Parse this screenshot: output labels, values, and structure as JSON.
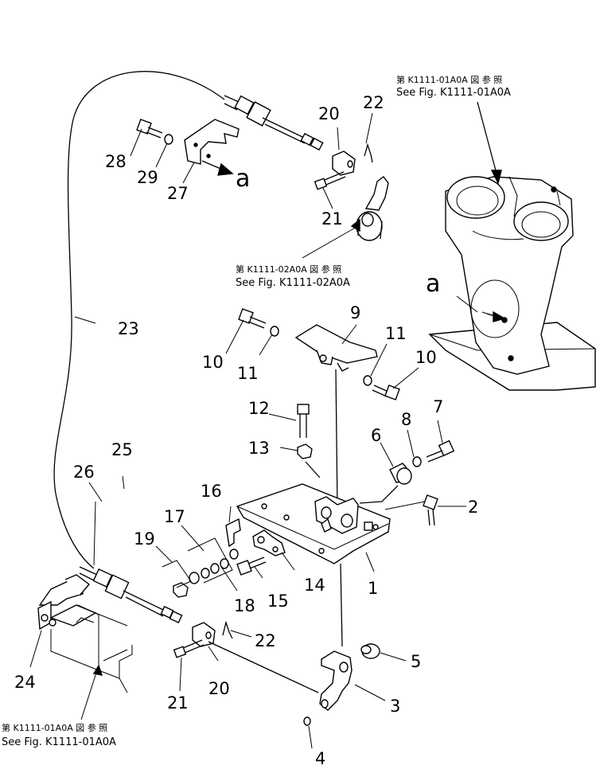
{
  "refs": {
    "ref_tr_jp": "第 K1111-01A0A 図 参 照",
    "ref_tr_en": "See Fig. K1111-01A0A",
    "ref_mid_jp": "第 K1111-02A0A 図 参 照",
    "ref_mid_en": "See Fig. K1111-02A0A",
    "ref_bl_jp": "第 K1111-01A0A 図 参 照",
    "ref_bl_en": "See Fig. K1111-01A0A"
  },
  "view_marks": {
    "a1": "a",
    "a2": "a"
  },
  "callouts": {
    "c1": "1",
    "c2": "2",
    "c3": "3",
    "c4": "4",
    "c5": "5",
    "c6": "6",
    "c7": "7",
    "c8": "8",
    "c9": "9",
    "c10a": "10",
    "c10b": "10",
    "c11a": "11",
    "c11b": "11",
    "c12": "12",
    "c13": "13",
    "c14": "14",
    "c15": "15",
    "c16": "16",
    "c17": "17",
    "c18": "18",
    "c19": "19",
    "c20a": "20",
    "c20b": "20",
    "c21a": "21",
    "c21b": "21",
    "c22a": "22",
    "c22b": "22",
    "c23": "23",
    "c24": "24",
    "c25": "25",
    "c26": "26",
    "c27": "27",
    "c28": "28",
    "c29": "29"
  }
}
